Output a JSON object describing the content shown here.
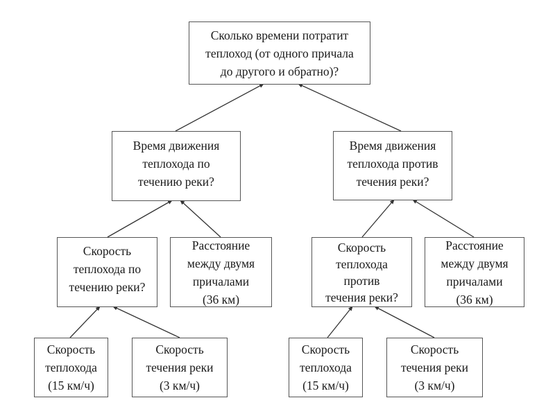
{
  "diagram": {
    "type": "tree",
    "nodes": [
      {
        "id": "root",
        "text": "Сколько времени потратит\nтеплоход (от одного причала\nдо другого и обратно)?"
      },
      {
        "id": "down_time",
        "text": "Время движения\nтеплохода по\nтечению реки?"
      },
      {
        "id": "up_time",
        "text": "Время движения\nтеплохода против\nтечения реки?"
      },
      {
        "id": "down_speed",
        "text": "Скорость\nтеплохода по\nтечению реки?"
      },
      {
        "id": "distance_1",
        "text": "Расстояние\nмежду двумя\nпричалами\n(36 км)"
      },
      {
        "id": "up_speed",
        "text": "Скорость\nтеплохода\nпротив\nтечения реки?"
      },
      {
        "id": "distance_2",
        "text": "Расстояние\nмежду двумя\nпричалами\n(36 км)"
      },
      {
        "id": "boat_speed_1",
        "text": "Скорость\nтеплохода\n(15 км/ч)"
      },
      {
        "id": "river_speed_1",
        "text": "Скорость\nтечения реки\n(3 км/ч)"
      },
      {
        "id": "boat_speed_2",
        "text": "Скорость\nтеплохода\n(15 км/ч)"
      },
      {
        "id": "river_speed_2",
        "text": "Скорость\nтечения реки\n(3 км/ч)"
      }
    ],
    "edges": [
      {
        "from": "down_time",
        "to": "root"
      },
      {
        "from": "up_time",
        "to": "root"
      },
      {
        "from": "down_speed",
        "to": "down_time"
      },
      {
        "from": "distance_1",
        "to": "down_time"
      },
      {
        "from": "up_speed",
        "to": "up_time"
      },
      {
        "from": "distance_2",
        "to": "up_time"
      },
      {
        "from": "boat_speed_1",
        "to": "down_speed"
      },
      {
        "from": "river_speed_1",
        "to": "down_speed"
      },
      {
        "from": "boat_speed_2",
        "to": "up_speed"
      },
      {
        "from": "river_speed_2",
        "to": "up_speed"
      }
    ]
  }
}
